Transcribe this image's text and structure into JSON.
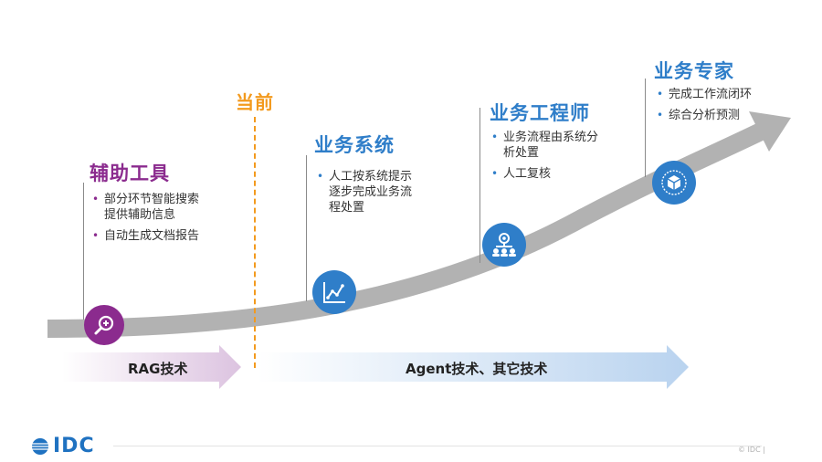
{
  "current_label": "当前",
  "stages": [
    {
      "title": "辅助工具",
      "color": "#8b2b8e",
      "bullets": [
        "部分环节智能搜索提供辅助信息",
        "自动生成文档报告"
      ],
      "icon": "magnifier-plus-icon"
    },
    {
      "title": "业务系统",
      "color": "#2f7ec9",
      "bullets": [
        "人工按系统提示逐步完成业务流程处置"
      ],
      "icon": "line-chart-icon"
    },
    {
      "title": "业务工程师",
      "color": "#2f7ec9",
      "bullets": [
        "业务流程由系统分析处置",
        "人工复核"
      ],
      "icon": "org-network-icon"
    },
    {
      "title": "业务专家",
      "color": "#2f7ec9",
      "bullets": [
        "完成工作流闭环",
        "综合分析预测"
      ],
      "icon": "cube-badge-icon"
    }
  ],
  "bands": {
    "left": "RAG技术",
    "right": "Agent技术、其它技术"
  },
  "footer": {
    "logo_text": "IDC",
    "copyright": "© IDC"
  },
  "colors": {
    "current_accent": "#f39a1e",
    "curve": "#b2b2b2",
    "left_band": "#dcc3e0",
    "right_band": "#b9d3ef"
  }
}
